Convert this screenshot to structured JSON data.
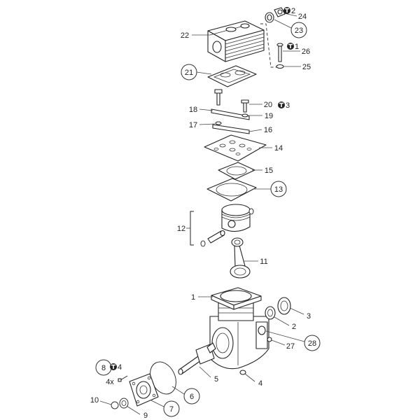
{
  "diagram": {
    "callouts": {
      "c1": "1",
      "c2": "2",
      "c3": "3",
      "c4": "4",
      "c5": "5",
      "c6": "6",
      "c7": "7",
      "c8": "8",
      "c9": "9",
      "c10": "10",
      "c11": "11",
      "c12": "12",
      "c13": "13",
      "c14": "14",
      "c15": "15",
      "c16": "16",
      "c17": "17",
      "c18": "18",
      "c19": "19",
      "c20": "20",
      "c21": "21",
      "c22": "22",
      "c23": "23",
      "c24": "24",
      "c25": "25",
      "c26": "26",
      "c27": "27",
      "c28": "28"
    },
    "torque_marks": {
      "t1": "1",
      "t2": "2",
      "t3": "3",
      "t4": "4"
    },
    "quantity_note": "4x"
  },
  "icons": {
    "torque": "torque-wrench-icon"
  },
  "colors": {
    "line": "#222222",
    "background": "#ffffff"
  }
}
